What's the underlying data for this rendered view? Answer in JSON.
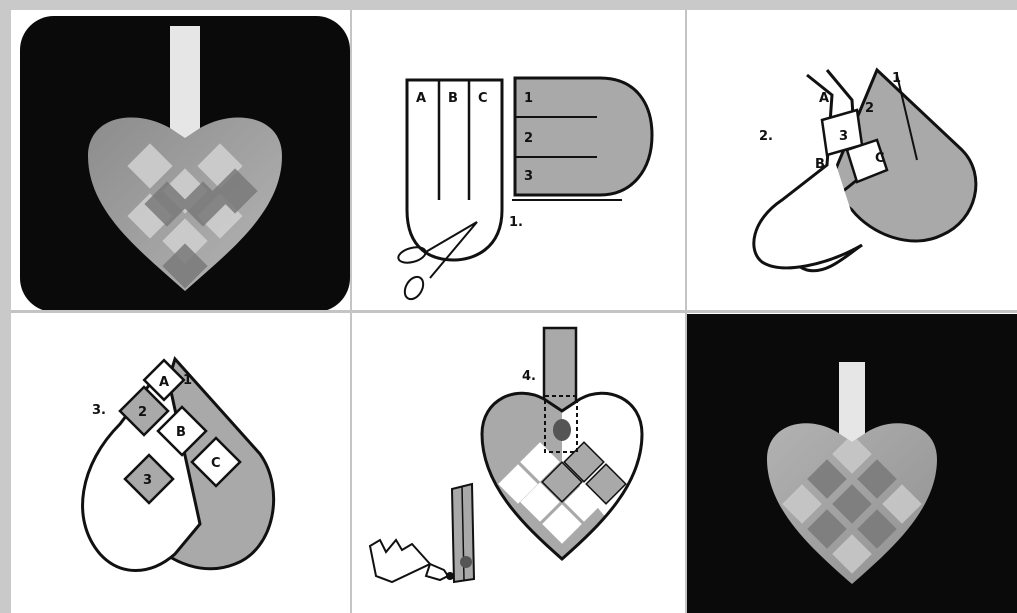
{
  "colors": {
    "frame": "#c9c9c9",
    "paper_gray": "#a9a9a9",
    "paper_white": "#ffffff",
    "ink": "#111111",
    "photo_background": "#0a0a0a"
  },
  "steps": {
    "step1": {
      "number": "1.",
      "strip_labels": [
        "A",
        "B",
        "C"
      ],
      "slit_labels": [
        "1",
        "2",
        "3"
      ],
      "tool_icon": "scissors-icon"
    },
    "step2": {
      "number": "2.",
      "labels": [
        "A",
        "B",
        "C",
        "1",
        "2",
        "3"
      ]
    },
    "step3": {
      "number": "3.",
      "labels": [
        "A",
        "B",
        "C",
        "1",
        "2",
        "3"
      ]
    },
    "step4": {
      "number": "4.",
      "tool_icon": "glue-tube-icon"
    }
  },
  "photos": [
    {
      "name": "woven-heart-photo-top",
      "ribbon": "white"
    },
    {
      "name": "woven-heart-photo-bottom",
      "ribbon": "white"
    }
  ]
}
